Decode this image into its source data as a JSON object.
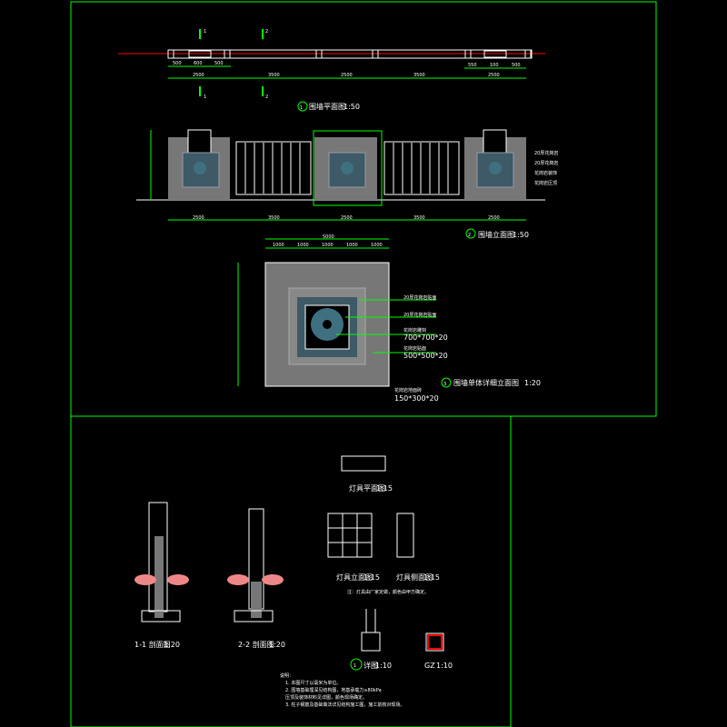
{
  "plan": {
    "title": "围墙平面图",
    "scale": "1:50",
    "num": "1",
    "section_marks": [
      "1",
      "2"
    ],
    "dims_top_left": [
      "500",
      "600",
      "500"
    ],
    "dims_top_right": [
      "550",
      "100",
      "500"
    ],
    "dims_total": [
      "2500",
      "3500",
      "2500",
      "3500",
      "2500"
    ]
  },
  "elevation": {
    "title": "围墙立面图",
    "scale": "1:50",
    "num": "2",
    "dims_total": [
      "2500",
      "3500",
      "2500",
      "3500",
      "2500"
    ],
    "callouts": [
      "20厚花岗岩",
      "20厚花岗岩",
      "花岗岩装饰",
      "花岗岩压顶"
    ]
  },
  "detail": {
    "title": "围墙单体详细立面图",
    "scale": "1:20",
    "num": "3",
    "dims_top": [
      "1000",
      "1000",
      "1000",
      "1000",
      "1000"
    ],
    "dims_total": "5000",
    "labels": [
      "20厚花岗岩贴面",
      "20厚花岗岩贴面",
      "花岗岩雕刻",
      "花岗岩贴面",
      "花岗岩地面砖"
    ],
    "sizes": [
      "700*700*20",
      "500*500*20",
      "150*300*20"
    ]
  },
  "sections": [
    {
      "title": "1-1 剖面图",
      "scale": "1:20"
    },
    {
      "title": "2-2 剖面图",
      "scale": "1:20"
    }
  ],
  "lamp": {
    "plan_title": "灯具平面图",
    "plan_scale": "1:15",
    "front_title": "灯具立面图",
    "front_scale": "1:15",
    "side_title": "灯具侧面图",
    "side_scale": "1:15",
    "note": "注：灯具由厂家定做，颜色由甲方确定。"
  },
  "detail1": {
    "num": "1",
    "title": "详图",
    "scale": "1:10"
  },
  "gz": {
    "title": "GZ",
    "scale": "1:10"
  },
  "notes": {
    "heading": "说明：",
    "items": [
      "1. 本图尺寸以毫米为单位。",
      "2. 围墙基础埋深见结构图，地基承载力≥80kPa",
      "   压顶及装饰材料见详图，颜色现场确定。",
      "3. 柱子钢筋及基础做法详见结构施工图，施工前核对现场。"
    ]
  }
}
